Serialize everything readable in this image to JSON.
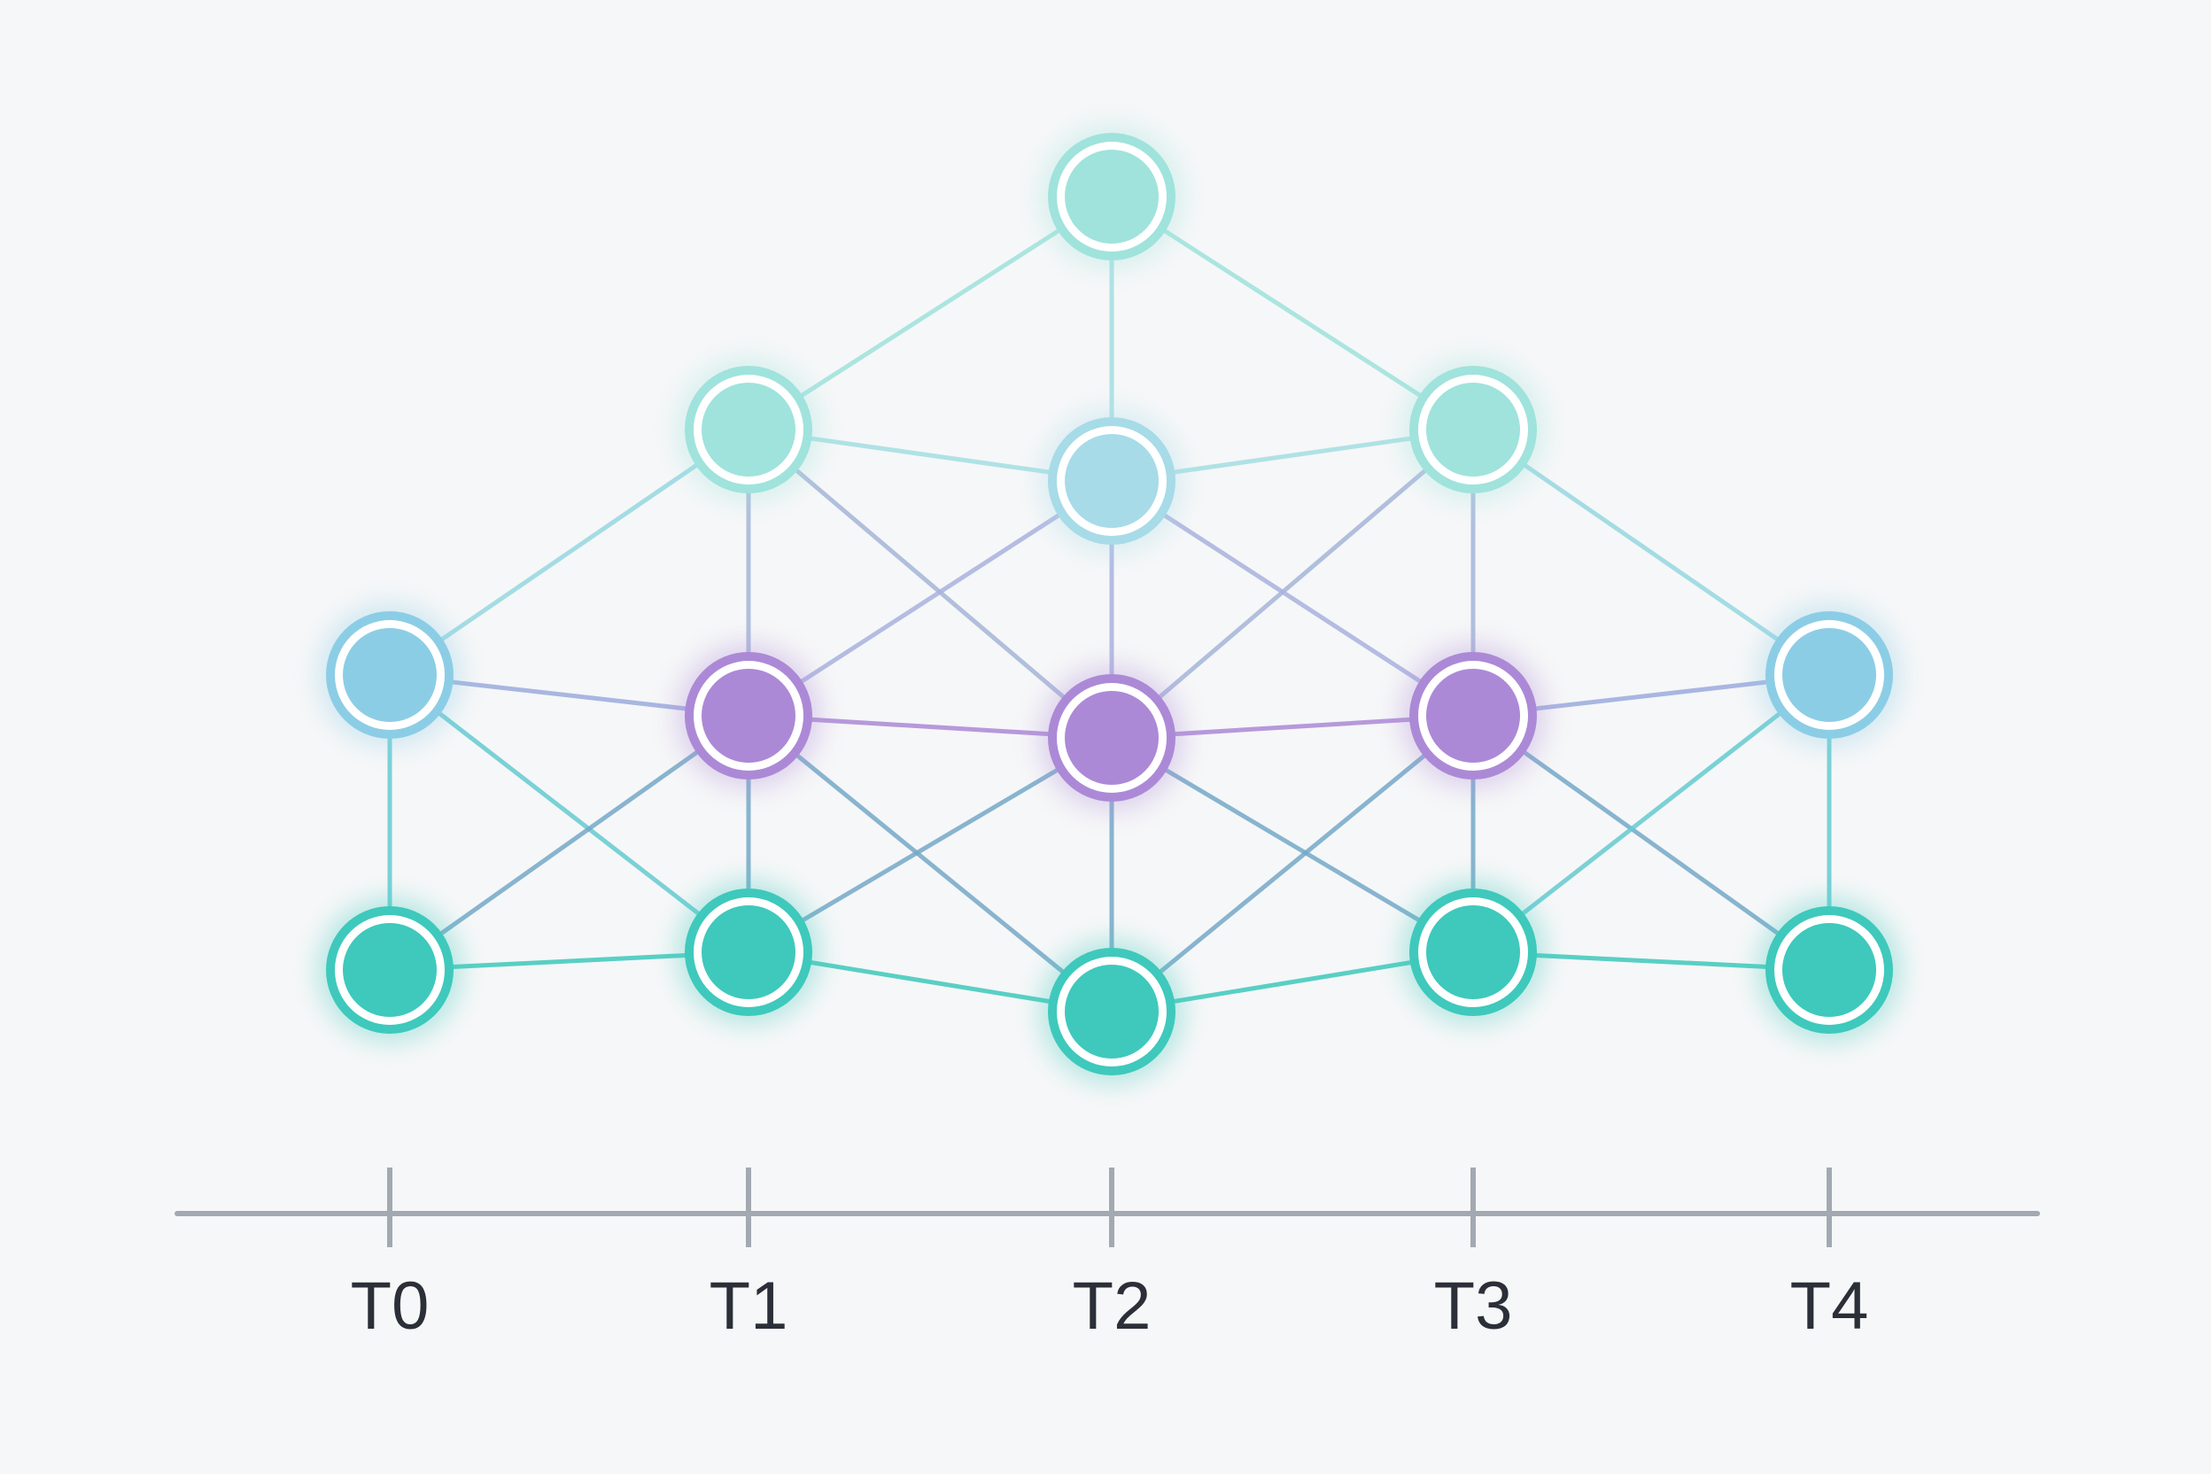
{
  "timeline": {
    "labels": [
      "T0",
      "T1",
      "T2",
      "T3",
      "T4"
    ]
  },
  "colors": {
    "teal": "#3ec9bc",
    "mint": "#9fe3dc",
    "sky": "#8ccde6",
    "light_blue": "#a7dbe8",
    "violet": "#ac89d6",
    "axis": "#a3a9b1",
    "label": "#2a2f38",
    "background": "#f6f7f8"
  }
}
